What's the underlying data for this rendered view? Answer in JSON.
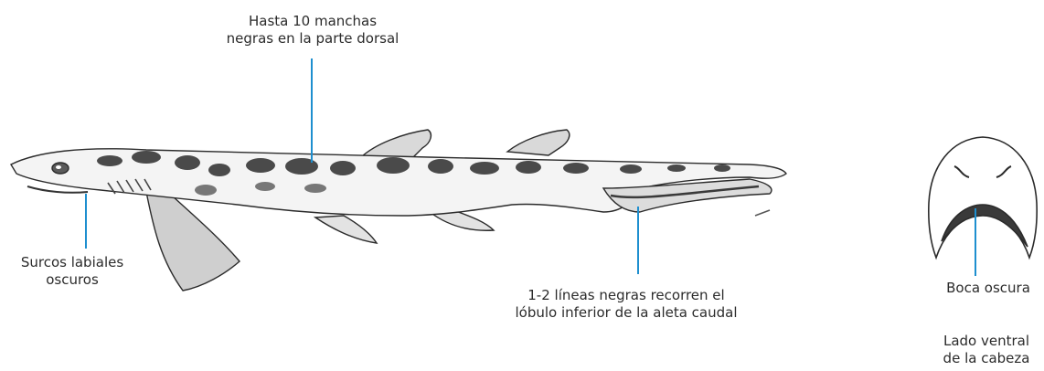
{
  "colors": {
    "leader": "#1e8fcf",
    "ink": "#2b2b2b",
    "spot": "#4a4a4a"
  },
  "labels": {
    "dorsal_l1": "Hasta 10 manchas",
    "dorsal_l2": "negras en la parte dorsal",
    "labial_l1": "Surcos labiales",
    "labial_l2": "oscuros",
    "caudal_l1": "1-2 líneas negras  recorren el",
    "caudal_l2": "lóbulo inferior de la aleta caudal",
    "mouth": "Boca oscura",
    "ventral_l1": "Lado ventral",
    "ventral_l2": "de la cabeza"
  }
}
